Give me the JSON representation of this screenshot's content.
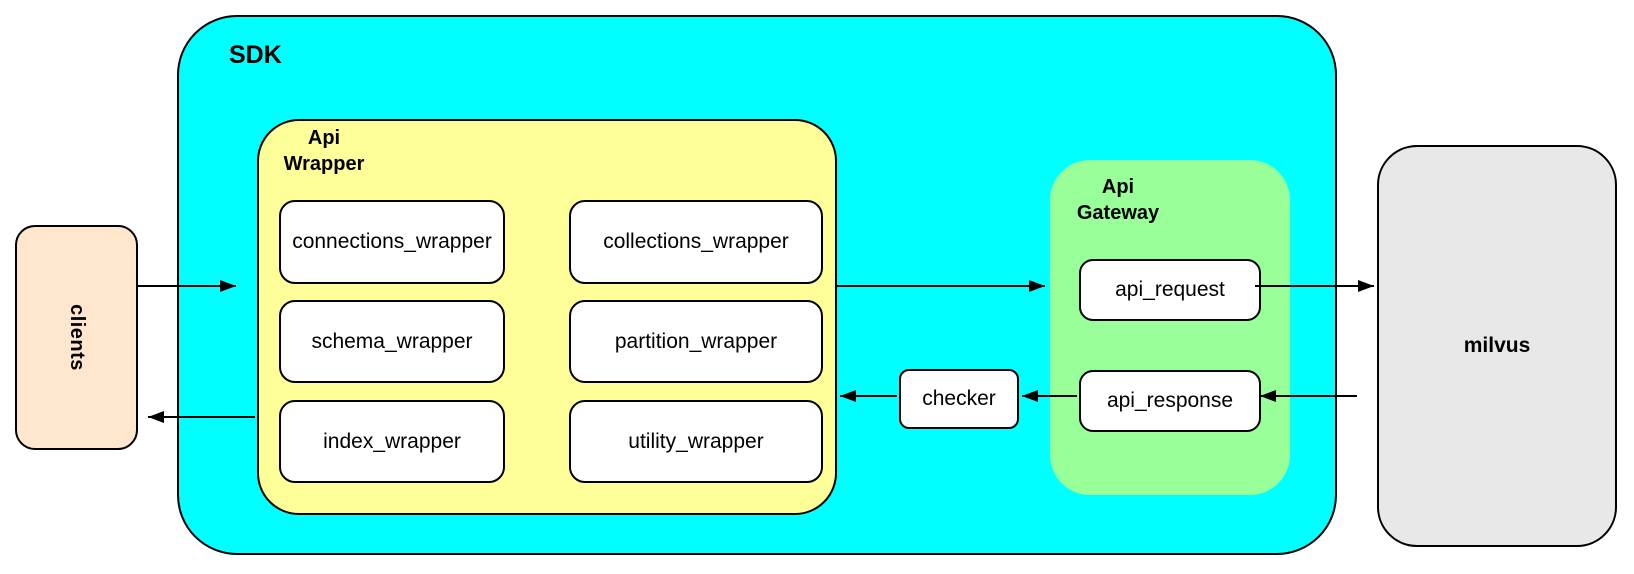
{
  "diagram": {
    "clients": {
      "label": "clients"
    },
    "sdk": {
      "label": "SDK",
      "api_wrapper": {
        "label_line1": "Api",
        "label_line2": "Wrapper",
        "boxes": [
          "connections_wrapper",
          "collections_wrapper",
          "schema_wrapper",
          "partition_wrapper",
          "index_wrapper",
          "utility_wrapper"
        ]
      },
      "checker": {
        "label": "checker"
      },
      "api_gateway": {
        "label_line1": "Api",
        "label_line2": "Gateway",
        "boxes": [
          "api_request",
          "api_response"
        ]
      }
    },
    "milvus": {
      "label": "milvus"
    },
    "edges": [
      {
        "from": "clients",
        "to": "api_wrapper"
      },
      {
        "from": "api_wrapper",
        "to": "api_gateway"
      },
      {
        "from": "api_request",
        "to": "milvus"
      },
      {
        "from": "milvus",
        "to": "api_response"
      },
      {
        "from": "api_response",
        "to": "checker"
      },
      {
        "from": "checker",
        "to": "api_wrapper"
      },
      {
        "from": "api_wrapper",
        "to": "clients"
      }
    ],
    "colors": {
      "sdk_fill": "#00FFFF",
      "api_wrapper_fill": "#FFFF99",
      "api_gateway_fill": "#99FF99",
      "clients_fill": "#FFE6CC",
      "milvus_fill": "#E8E8E8",
      "box_fill": "#FFFFFF",
      "stroke": "#000000"
    }
  }
}
